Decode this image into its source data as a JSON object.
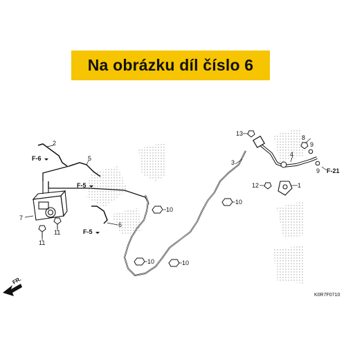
{
  "banner": {
    "text": "Na obrázku díl číslo 6"
  },
  "diagram_code": "K0R7F0710",
  "direction_marker": "FR.",
  "callouts": [
    "1",
    "2",
    "3",
    "4",
    "5",
    "6",
    "7",
    "8",
    "9",
    "9",
    "10",
    "10",
    "10",
    "10",
    "11",
    "11",
    "12",
    "13"
  ],
  "refs": [
    "F-6",
    "F-5",
    "F-5",
    "F-21"
  ],
  "colors": {
    "banner_bg": "#f6c400",
    "line": "#111111"
  }
}
